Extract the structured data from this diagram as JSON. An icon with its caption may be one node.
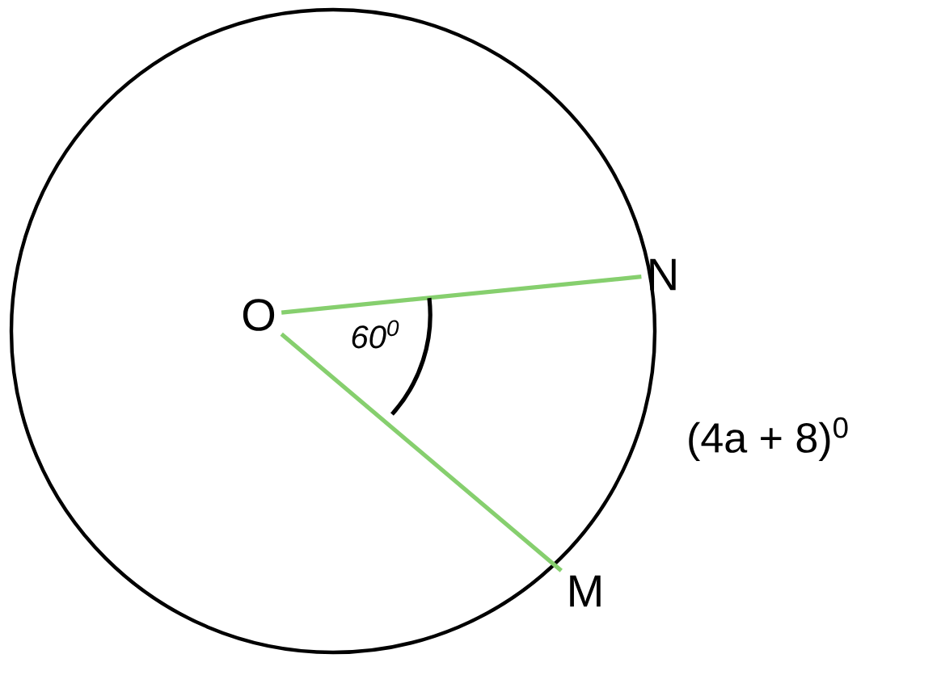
{
  "diagram": {
    "nodes": [
      {
        "text": [
          "O"
        ]
      },
      {
        "text": [
          "N"
        ]
      },
      {
        "text": [
          "M"
        ]
      }
    ],
    "edges": [
      {
        "from": 0,
        "to": 1,
        "arrow": "none",
        "color": "#86cf6e"
      },
      {
        "from": 0,
        "to": 2,
        "arrow": "none",
        "color": "#86cf6e"
      }
    ],
    "labels": [
      "60$^{0}$",
      "(4a + 8)$^{0}$"
    ]
  }
}
